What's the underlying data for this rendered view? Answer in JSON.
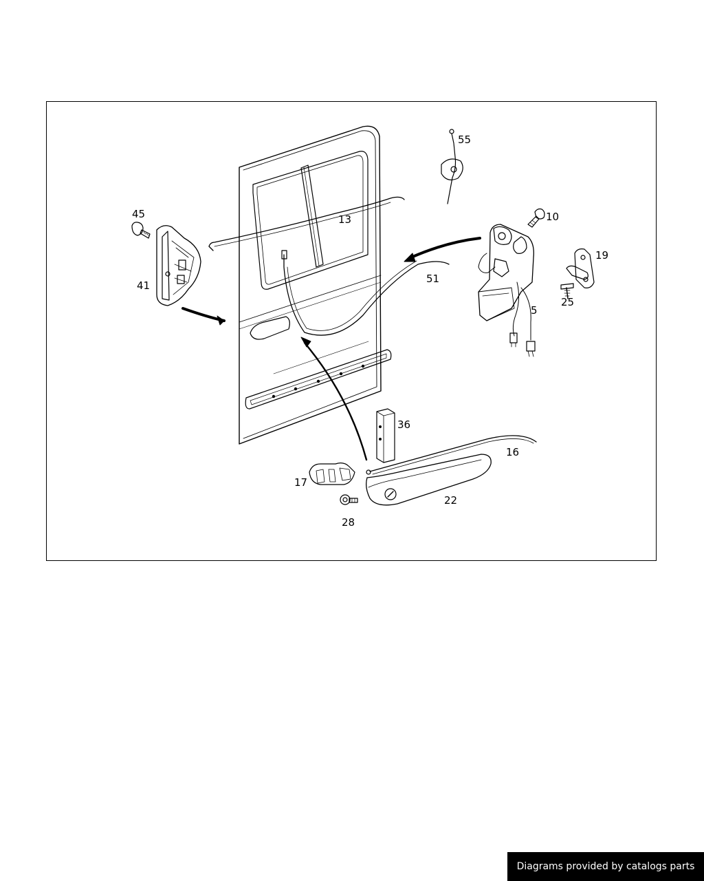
{
  "diagram": {
    "callouts": [
      {
        "id": "p55",
        "text": "55"
      },
      {
        "id": "p45",
        "text": "45"
      },
      {
        "id": "p13",
        "text": "13"
      },
      {
        "id": "p10",
        "text": "10"
      },
      {
        "id": "p19",
        "text": "19"
      },
      {
        "id": "p41",
        "text": "41"
      },
      {
        "id": "p51",
        "text": "51"
      },
      {
        "id": "p25",
        "text": "25"
      },
      {
        "id": "p5",
        "text": "5"
      },
      {
        "id": "p36",
        "text": "36"
      },
      {
        "id": "p16",
        "text": "16"
      },
      {
        "id": "p17",
        "text": "17"
      },
      {
        "id": "p22",
        "text": "22"
      },
      {
        "id": "p28",
        "text": "28"
      }
    ]
  },
  "footer": {
    "credit": "Diagrams provided by catalogs parts"
  },
  "colors": {
    "line": "#000000",
    "background": "#ffffff",
    "badge": "#000000"
  }
}
